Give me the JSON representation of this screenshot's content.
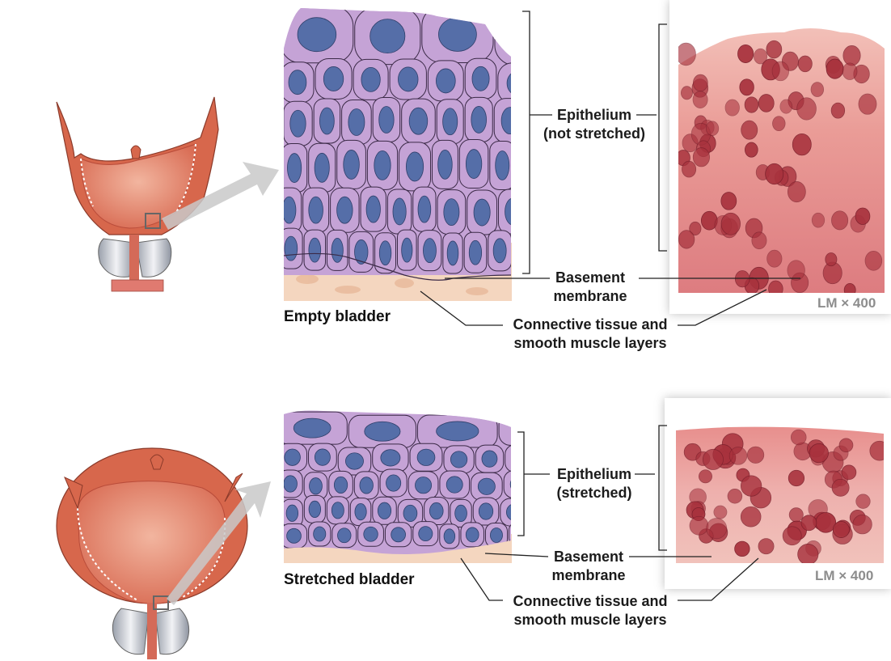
{
  "panels": [
    {
      "key": "empty",
      "caption": "Empty bladder",
      "epithelium_label": [
        "Epithelium",
        "(not stretched)"
      ],
      "basement_label": [
        "Basement",
        "membrane"
      ],
      "connective_label": [
        "Connective tissue and",
        "smooth muscle layers"
      ],
      "magnification": "LM × 400"
    },
    {
      "key": "stretched",
      "caption": "Stretched bladder",
      "epithelium_label": [
        "Epithelium",
        "(stretched)"
      ],
      "basement_label": [
        "Basement",
        "membrane"
      ],
      "connective_label": [
        "Connective tissue and",
        "smooth muscle layers"
      ],
      "magnification": "LM × 400"
    }
  ],
  "colors": {
    "cell_fill": "#c5a3d6",
    "cell_outline": "#3b2a47",
    "nucleus": "#556ea8",
    "connective": "#f4d6bf",
    "bladder_muscle": "#d9694d",
    "bladder_lining": "#e5a08b",
    "histology_bg": "#e9a29c",
    "histology_nucleus": "#a8323d",
    "arrow": "#c9c9c9",
    "leader_line": "#222222"
  }
}
